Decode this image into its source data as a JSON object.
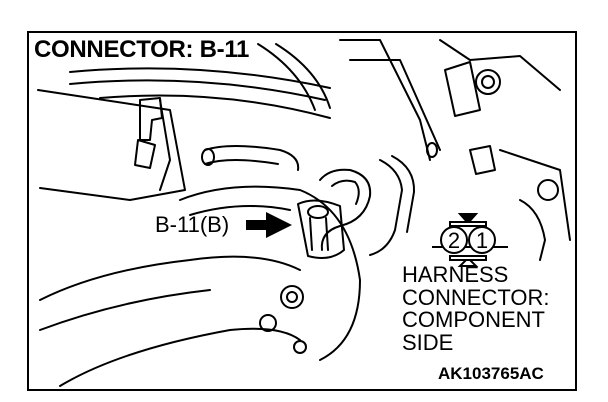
{
  "title": "CONNECTOR: B-11",
  "callout_label": "B-11(B)",
  "harness_label": {
    "line1": "HARNESS",
    "line2": "CONNECTOR:",
    "line3": "COMPONENT",
    "line4": "SIDE"
  },
  "pins": [
    "2",
    "1"
  ],
  "figure_code": "AK103765AC",
  "colors": {
    "ink": "#000000",
    "paper": "#ffffff"
  }
}
